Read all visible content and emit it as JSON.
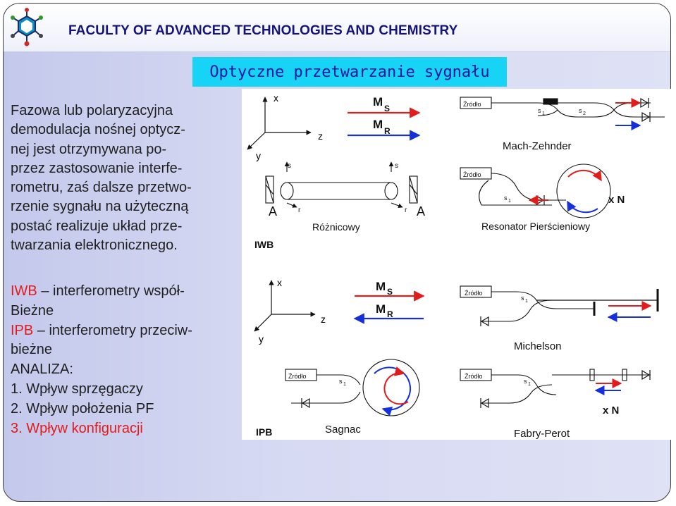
{
  "header": {
    "faculty": "FACULTY OF ADVANCED TECHNOLOGIES AND CHEMISTRY",
    "title": "Optyczne przetwarzanie sygnału"
  },
  "intro_lines": [
    "Fazowa lub polaryzacyjna",
    "demodulacja nośnej optycz-",
    "nej jest otrzymywana po-",
    "przez zastosowanie interfe-",
    "rometru, zaś dalsze przetwo-",
    "rzenie sygnału na użyteczną",
    "postać realizuje układ prze-",
    "twarzania elektronicznego."
  ],
  "notes": {
    "iwb_abbr": "IWB",
    "iwb_rest": " – interferometry współ-",
    "iwb_cont": "Bieżne",
    "ipb_abbr": "IPB",
    "ipb_rest": " – interferometry przeciw-",
    "ipb_cont": "bieżne",
    "analysis": "ANALIZA:",
    "item1": "1.  Wpływ sprzęgaczy",
    "item2": "2.  Wpływ położenia PF",
    "item3": "3.  Wpływ konfiguracji"
  },
  "figure": {
    "axis_x": "x",
    "axis_y": "y",
    "axis_z": "z",
    "ms": "M",
    "ms_sub": "S",
    "mr": "M",
    "mr_sub": "R",
    "source": "Źródło",
    "s": "s",
    "s1": "s",
    "s1_sub": "1",
    "s2_sub": "2",
    "r": "r",
    "a": "A",
    "mach_zehnder": "Mach-Zehnder",
    "roznicowy": "Różnicowy",
    "resonator": "Resonator Pierścieniowy",
    "xn": "x N",
    "iwb": "IWB",
    "michelson": "Michelson",
    "ipb": "IPB",
    "sagnac": "Sagnac",
    "fabry": "Fabry-Perot"
  },
  "colors": {
    "title_bg": "#17d3f5",
    "title_text": "#1515a0",
    "faculty_text": "#14147a",
    "accent_red": "#e21b1b",
    "arrow_blue": "#1530d8"
  },
  "icons": {
    "logo": "molecule-logo-icon"
  }
}
